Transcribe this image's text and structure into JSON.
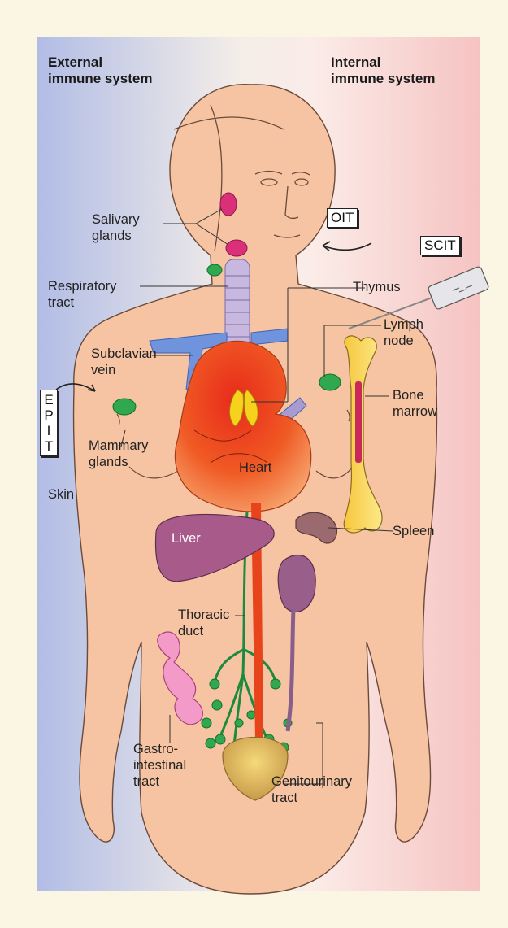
{
  "headers": {
    "external": "External\nimmune system",
    "internal": "Internal\nimmune system"
  },
  "routes": {
    "oit": "OIT",
    "scit": "SCIT",
    "epit": [
      "E",
      "P",
      "I",
      "T"
    ]
  },
  "labels": {
    "salivary_glands": "Salivary\nglands",
    "respiratory_tract": "Respiratory\ntract",
    "thymus": "Thymus",
    "lymph_node": "Lymph\nnode",
    "subclavian_vein": "Subclavian\nvein",
    "bone_marrow": "Bone\nmarrow",
    "mammary_glands": "Mammary\nglands",
    "heart": "Heart",
    "skin": "Skin",
    "liver": "Liver",
    "spleen": "Spleen",
    "thoracic_duct": "Thoracic\nduct",
    "gastrointestinal_tract": "Gastro-\nintestinal\ntract",
    "genitourinary_tract": "Genitourinary\ntract"
  },
  "colors": {
    "external_side": "#b9c3e6",
    "internal_side": "#f5c9c8",
    "skin_tone": "#f6c4a3",
    "lymph": "#22a04a",
    "heart": "#e8461f",
    "vein": "#6a8ed8"
  }
}
